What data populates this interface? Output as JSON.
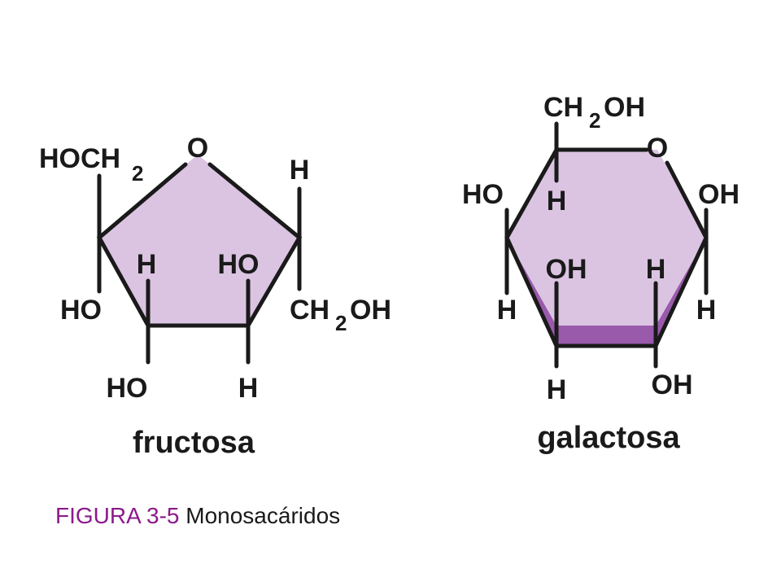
{
  "fructose": {
    "name": "fructosa",
    "atoms": {
      "ring_o": "O",
      "hoch2": "HOCH",
      "hoch2_sub": "2",
      "h_top_right": "H",
      "ho_left": "HO",
      "h_inner_left": "H",
      "ho_inner_right": "HO",
      "ch2oh_right_a": "CH",
      "ch2oh_right_sub": "2",
      "ch2oh_right_b": "OH",
      "ho_bottom_left": "HO",
      "h_bottom_right": "H"
    }
  },
  "galactose": {
    "name": "galactosa",
    "atoms": {
      "ch2oh_top_a": "CH",
      "ch2oh_top_sub": "2",
      "ch2oh_top_b": "OH",
      "ring_o": "O",
      "ho_left": "HO",
      "h_top_inner": "H",
      "oh_right": "OH",
      "oh_inner": "OH",
      "h_inner_right": "H",
      "h_left": "H",
      "h_right": "H",
      "h_bottom_left": "H",
      "oh_bottom_right": "OH"
    }
  },
  "caption": {
    "label": "FIGURA 3-5",
    "text": "Monosacáridos"
  },
  "colors": {
    "ring_fill": "#dbc4e2",
    "ring_dark": "#9a5aac",
    "caption_label": "#8b1a8b"
  }
}
